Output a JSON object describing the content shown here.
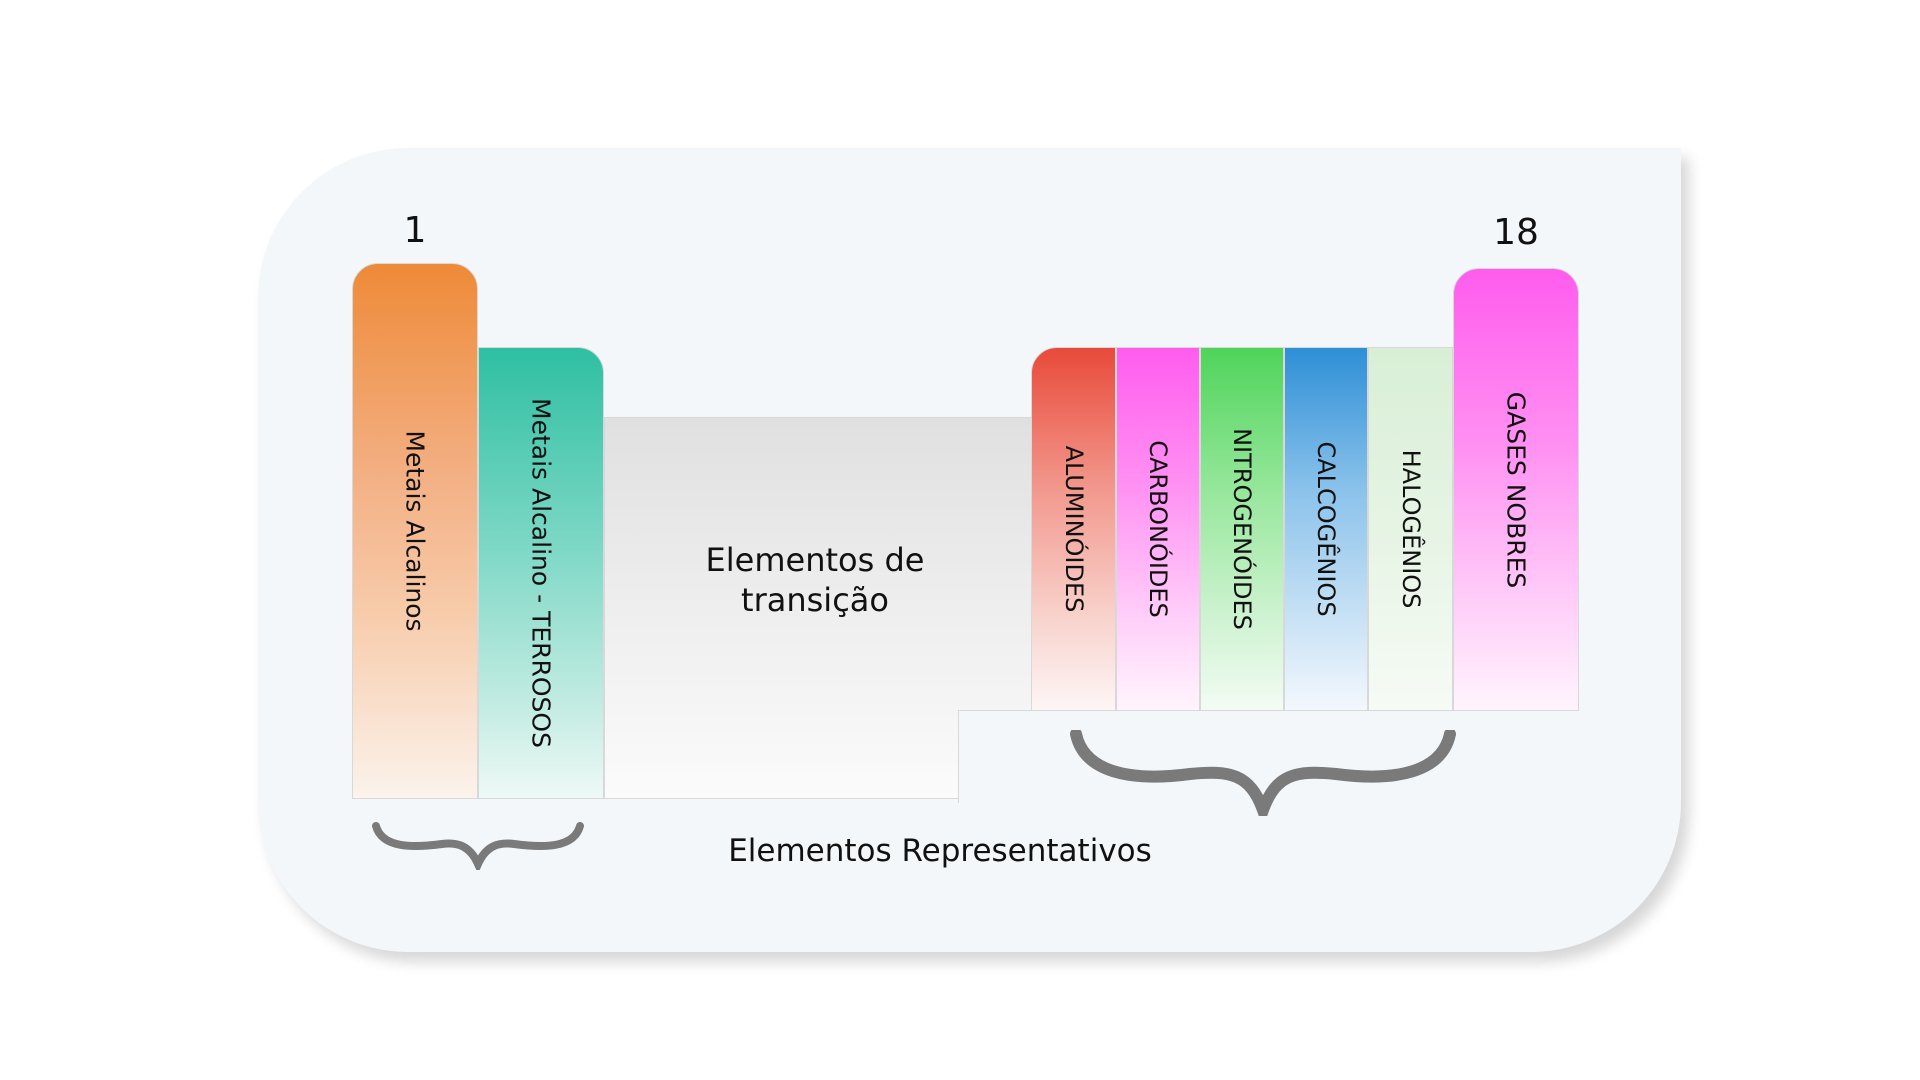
{
  "groups": {
    "first_number": "1",
    "last_number": "18"
  },
  "columns": {
    "alkali_metals": "Metais Alcalinos",
    "alkaline_earth_metals": "Metais Alcalino - TERROSOS",
    "transition": "Elementos de transição",
    "boron_group": "ALUMINÓIDES",
    "carbon_group": "CARBONÓIDES",
    "nitrogen_group": "NITROGENÓIDES",
    "chalcogens": "CALCOGÊNIOS",
    "halogens": "HALOGÊNIOS",
    "noble_gases": "GASES NOBRES"
  },
  "representative_label": "Elementos Representativos",
  "colors": {
    "alkali": "#ee8a38",
    "alkaline_earth": "#2ebfa2",
    "boron_group": "#e84a3a",
    "carbon_group": "#ff5cee",
    "nitrogen_group": "#4fd45a",
    "chalcogens": "#2e8fd6",
    "halogens": "#d8efd6",
    "noble_gases": "#ff5ced",
    "brace": "#7a7a7a"
  }
}
